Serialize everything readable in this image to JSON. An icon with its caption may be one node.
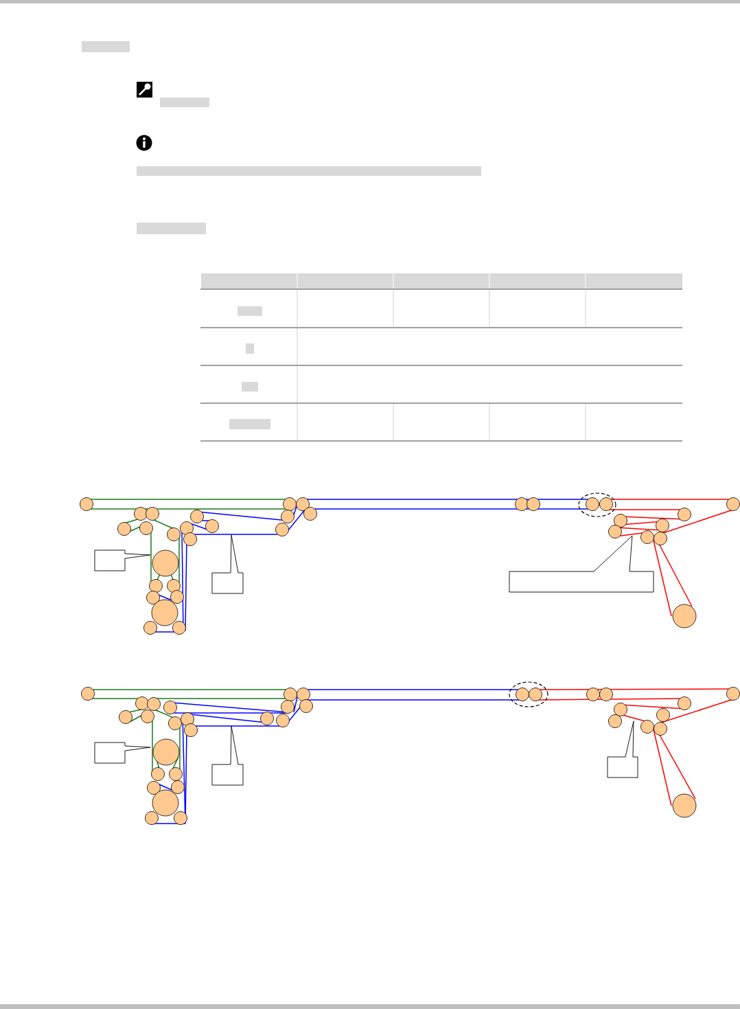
{
  "diagram": {
    "nodes": [
      {
        "text": [],
        "shape": "ellipse"
      },
      {
        "text": [],
        "shape": "callout"
      },
      {
        "text": [],
        "shape": "callout"
      },
      {
        "text": [],
        "shape": "callout"
      },
      {
        "text": [],
        "shape": "ellipse"
      },
      {
        "text": [],
        "shape": "callout"
      },
      {
        "text": [],
        "shape": "callout"
      },
      {
        "text": [],
        "shape": "callout"
      }
    ]
  }
}
